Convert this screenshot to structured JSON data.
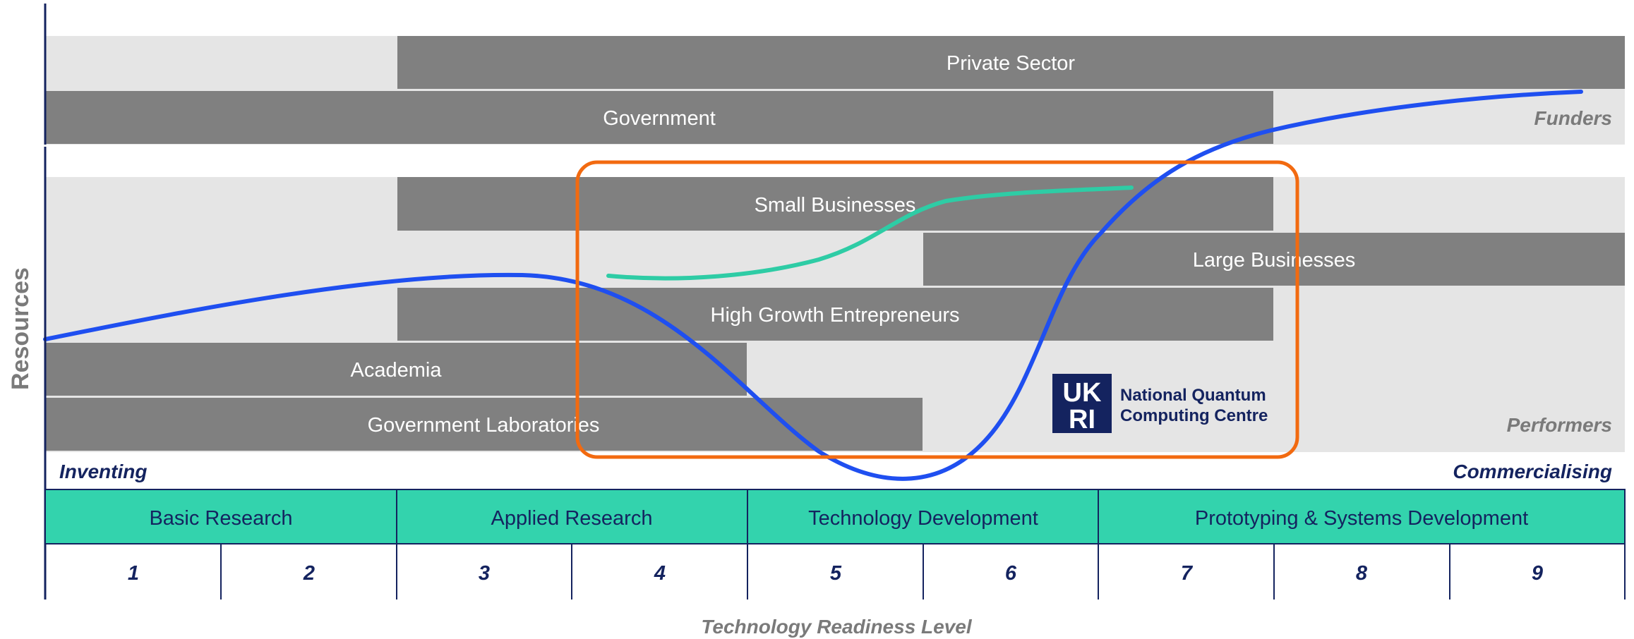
{
  "funders": {
    "private_sector": "Private Sector",
    "government": "Government",
    "label": "Funders"
  },
  "performers": {
    "small_businesses": "Small Businesses",
    "large_businesses": "Large Businesses",
    "high_growth_entrepreneurs": "High Growth Entrepreneurs",
    "academia": "Academia",
    "government_laboratories": "Government Laboratories",
    "label": "Performers"
  },
  "spectrum": {
    "start": "Inventing",
    "end": "Commercialising"
  },
  "stages": [
    "Basic Research",
    "Applied Research",
    "Technology Development",
    "Prototyping & Systems Development"
  ],
  "trl_levels": [
    "1",
    "2",
    "3",
    "4",
    "5",
    "6",
    "7",
    "8",
    "9"
  ],
  "axes": {
    "x": "Technology Readiness Level",
    "y": "Resources"
  },
  "logo": {
    "mark_top": "UK",
    "mark_bottom": "RI",
    "line1": "National Quantum",
    "line2": "Computing Centre"
  },
  "colors": {
    "bar": "#808080",
    "band": "#e5e5e5",
    "stage_fill": "#33d3ad",
    "navy": "#14235f",
    "blue_curve": "#1f4ff0",
    "green_curve": "#2ecca5",
    "highlight_box": "#f26a10"
  }
}
